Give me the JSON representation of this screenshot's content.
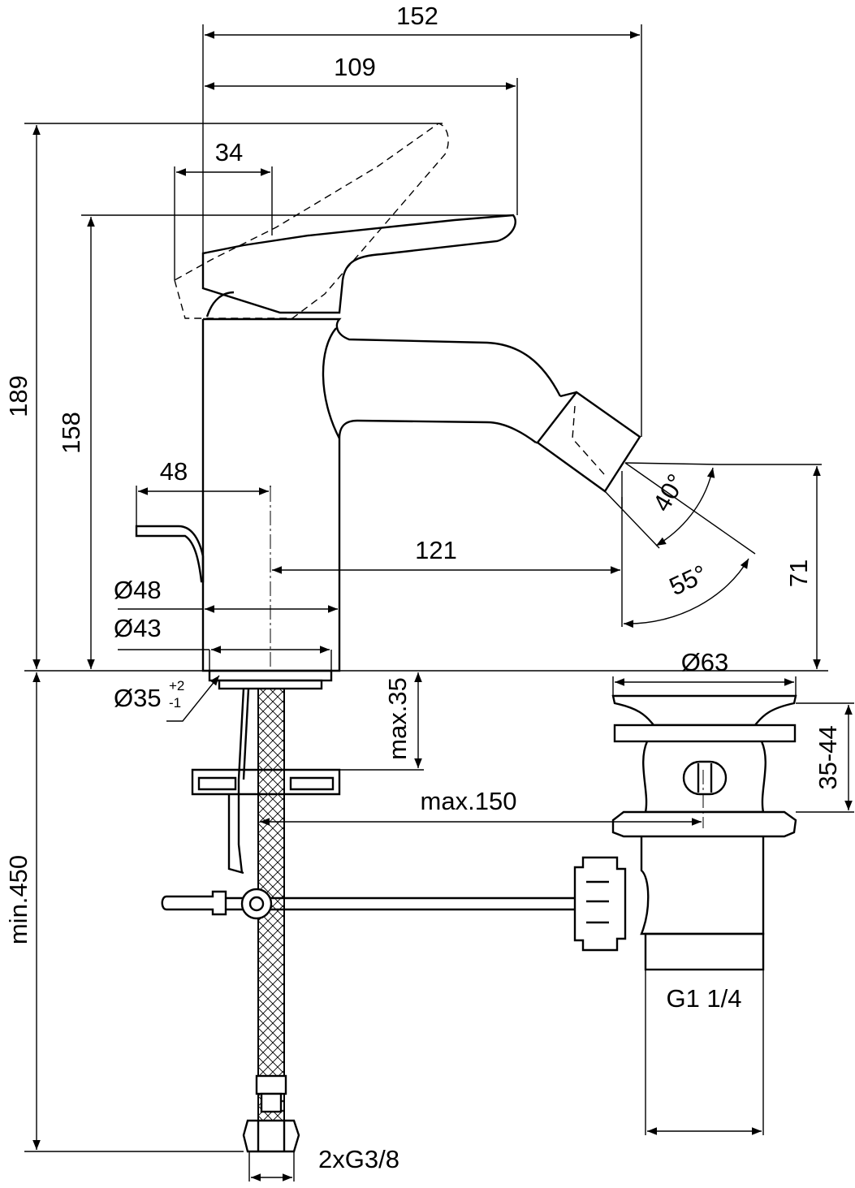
{
  "dimensions": {
    "total_width": "152",
    "spout_reach": "109",
    "lever_offset": "34",
    "total_height": "189",
    "spout_height": "158",
    "popup_rod_offset": "48",
    "body_diameter": "Ø48",
    "base_diameter": "Ø43",
    "hole_diameter": "Ø35",
    "hole_tol_upper": "+2",
    "hole_tol_lower": "-1",
    "spout_projection": "121",
    "swivel_angle": "40°",
    "tilt_angle": "55°",
    "outlet_height": "71",
    "deck_thickness": "max.35",
    "rod_length": "max.150",
    "waste_diameter": "Ø63",
    "waste_range": "35-44",
    "min_length": "min.450",
    "waste_thread": "G1 1/4",
    "hose_thread": "2xG3/8"
  },
  "colors": {
    "line": "#000000",
    "background": "#ffffff"
  }
}
